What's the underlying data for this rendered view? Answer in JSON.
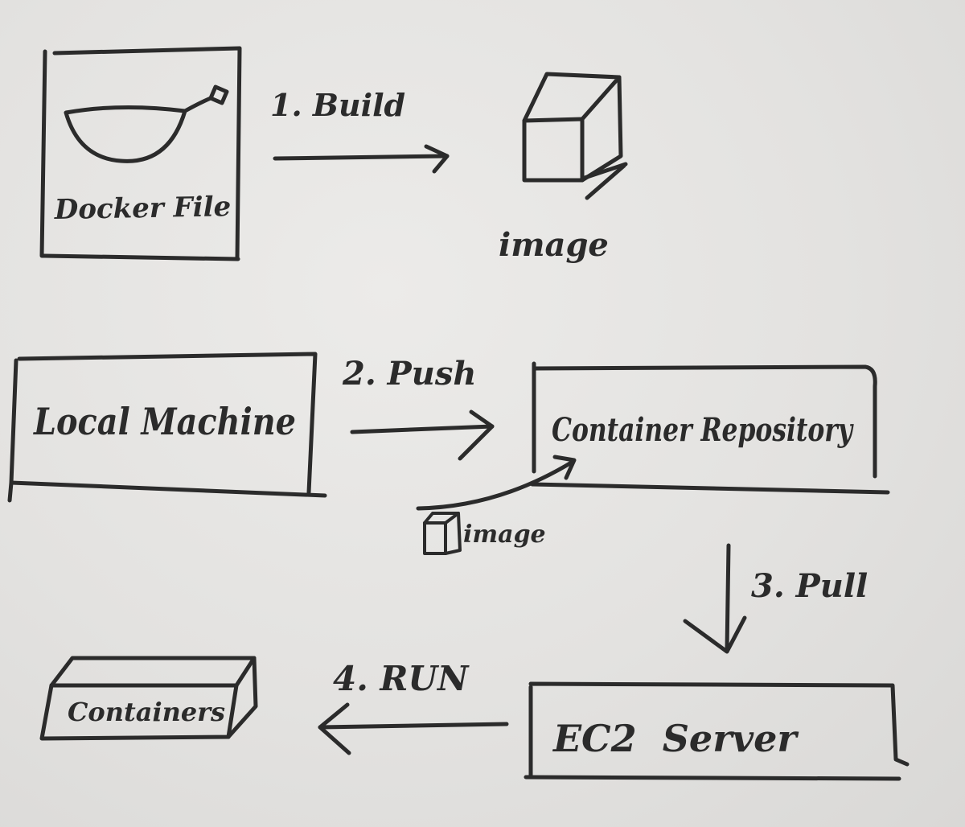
{
  "labels": {
    "dockerfile": "Docker File",
    "image_top": "image",
    "build": "1. Build",
    "local_machine": "Local Machine",
    "push": "2. Push",
    "container_repository": "Container Repository",
    "image_small": "image",
    "pull": "3. Pull",
    "containers": "Containers",
    "run": "4. RUN",
    "ec2_server": "EC2  Server"
  },
  "icons": {
    "dockerfile": "whale-bowl-icon",
    "image_top": "cube-icon",
    "image_small": "small-cube-icon",
    "containers": "container-box-icon"
  },
  "colors": {
    "ink": "#2b2b2b",
    "paper": "#e4e3e1"
  }
}
